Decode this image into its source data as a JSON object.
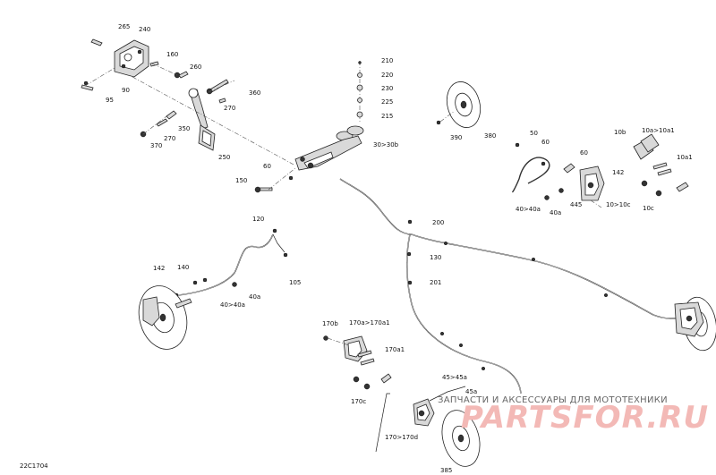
{
  "diagram_code": "22C1704",
  "callouts": {
    "c265": "265",
    "c240": "240",
    "c160": "160",
    "c260": "260",
    "c90": "90",
    "c95": "95",
    "c360": "360",
    "c270a": "270",
    "c270b": "270",
    "c350": "350",
    "c370": "370",
    "c250": "250",
    "c60a": "60",
    "c150": "150",
    "c210": "210",
    "c220": "220",
    "c230": "230",
    "c225": "225",
    "c215": "215",
    "c30": "30>30b",
    "c390": "390",
    "c380": "380",
    "c50": "50",
    "c60b": "60",
    "c60c": "60",
    "c142a": "142",
    "c40a40a_r": "40>40a",
    "c40a_r": "40a",
    "c445": "445",
    "c10": "10>10c",
    "c10b": "10b",
    "c10a10a1": "10a>10a1",
    "c10a1": "10a1",
    "c10c": "10c",
    "c120": "120",
    "c105": "105",
    "c200": "200",
    "c130": "130",
    "c201": "201",
    "c142b": "142",
    "c140": "140",
    "c40a40a_l": "40>40a",
    "c40a_l": "40a",
    "c170b": "170b",
    "c170a170a1": "170a>170a1",
    "c170a1": "170a1",
    "c170c": "170c",
    "c4545a": "45>45a",
    "c45a": "45a",
    "c170170d": "170>170d",
    "c385": "385"
  },
  "watermark": {
    "caption": "ЗАПЧАСТИ И АКСЕССУАРЫ ДЛЯ МОТОТЕХНИКИ",
    "logo": "PARTSFOR.RU"
  }
}
